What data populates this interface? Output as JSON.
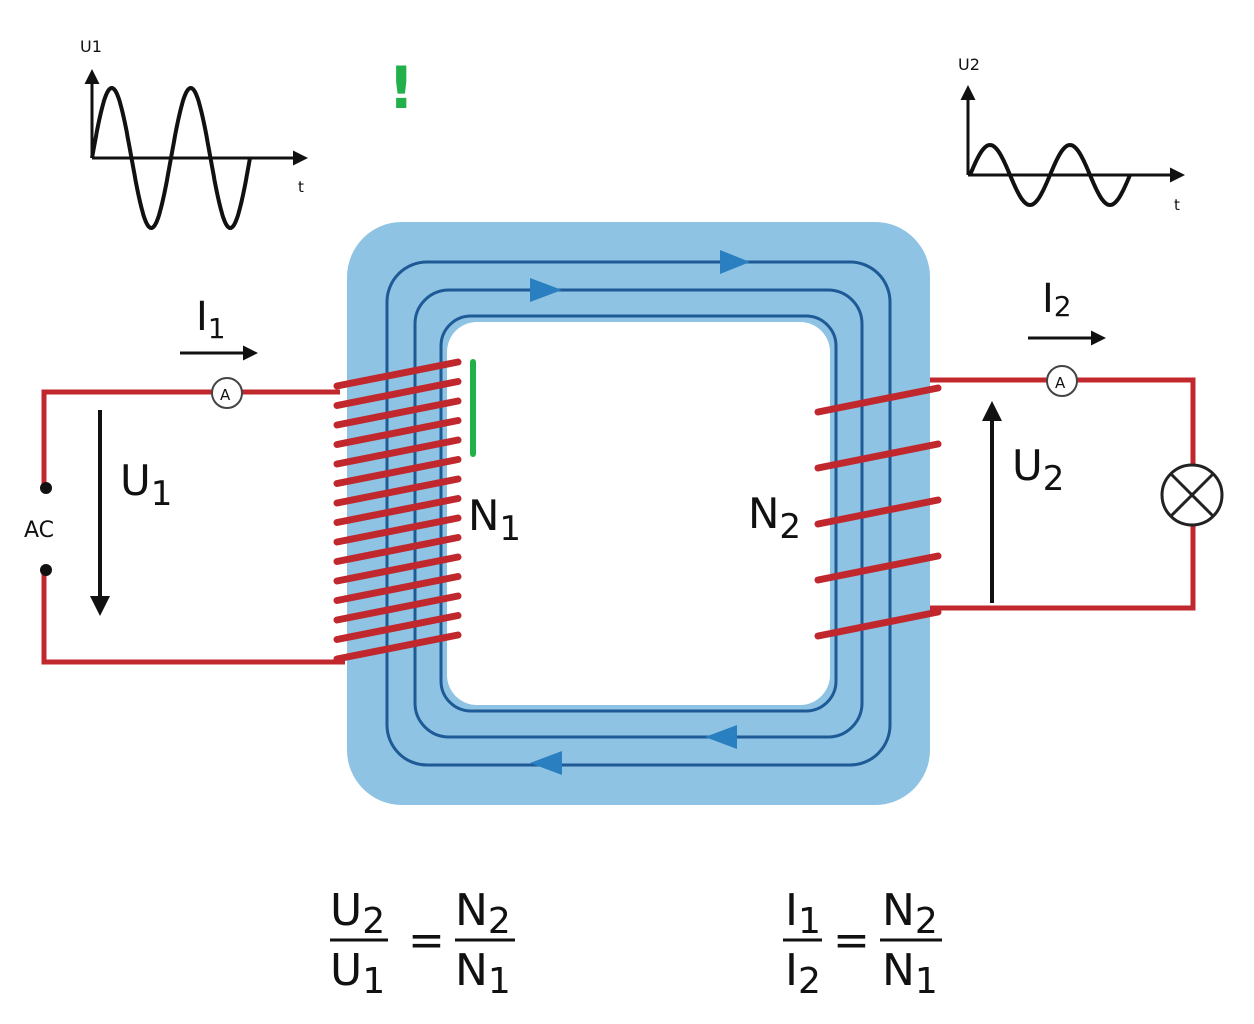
{
  "colors": {
    "core": "#8ec3e3",
    "flux_line": "#1d5a96",
    "flux_arrow": "#2a7fc0",
    "wire": "#c0282d",
    "marker": "#22b04a",
    "ink": "#111111"
  },
  "graph_primary": {
    "ylabel": "U1",
    "xlabel": "t"
  },
  "graph_secondary": {
    "ylabel": "U2",
    "xlabel": "t"
  },
  "marker": {
    "exclamation": "!"
  },
  "primary": {
    "current_label": "I",
    "current_sub": "1",
    "voltage_label": "U",
    "voltage_sub": "1",
    "source_label": "AC",
    "ammeter_label": "A",
    "turns_label": "N",
    "turns_sub": "1"
  },
  "secondary": {
    "current_label": "I",
    "current_sub": "2",
    "voltage_label": "U",
    "voltage_sub": "2",
    "ammeter_label": "A",
    "turns_label": "N",
    "turns_sub": "2",
    "load": "lamp-icon"
  },
  "formula_voltage": {
    "num": "U",
    "num_sub": "2",
    "den": "U",
    "den_sub": "1",
    "eq": "=",
    "rnum": "N",
    "rnum_sub": "2",
    "rden": "N",
    "rden_sub": "1"
  },
  "formula_current": {
    "num": "I",
    "num_sub": "1",
    "den": "I",
    "den_sub": "2",
    "eq": "=",
    "rnum": "N",
    "rnum_sub": "2",
    "rden": "N",
    "rden_sub": "1"
  }
}
